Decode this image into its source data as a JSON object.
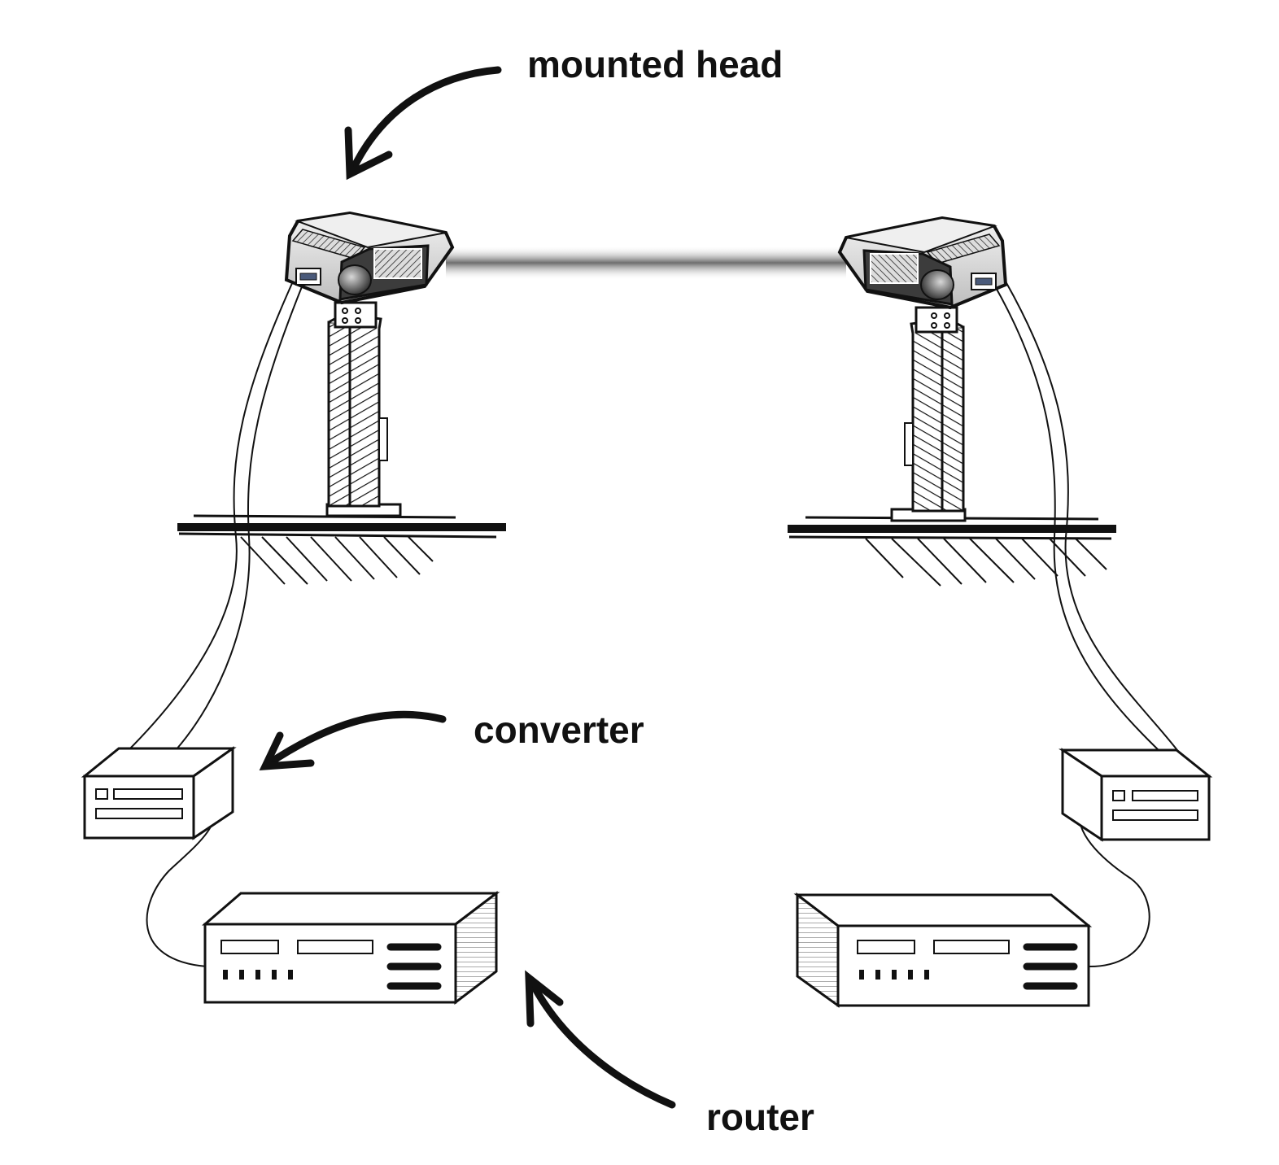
{
  "labels": {
    "mounted_head": "mounted head",
    "converter": "converter",
    "router": "router"
  },
  "colors": {
    "ink": "#111111",
    "beam": "#777777",
    "paper": "#ffffff",
    "housing": "#e6e6e6",
    "lens": "#8a8a8a"
  },
  "components": {
    "mounted_heads": 2,
    "converters": 2,
    "routers": 2
  }
}
